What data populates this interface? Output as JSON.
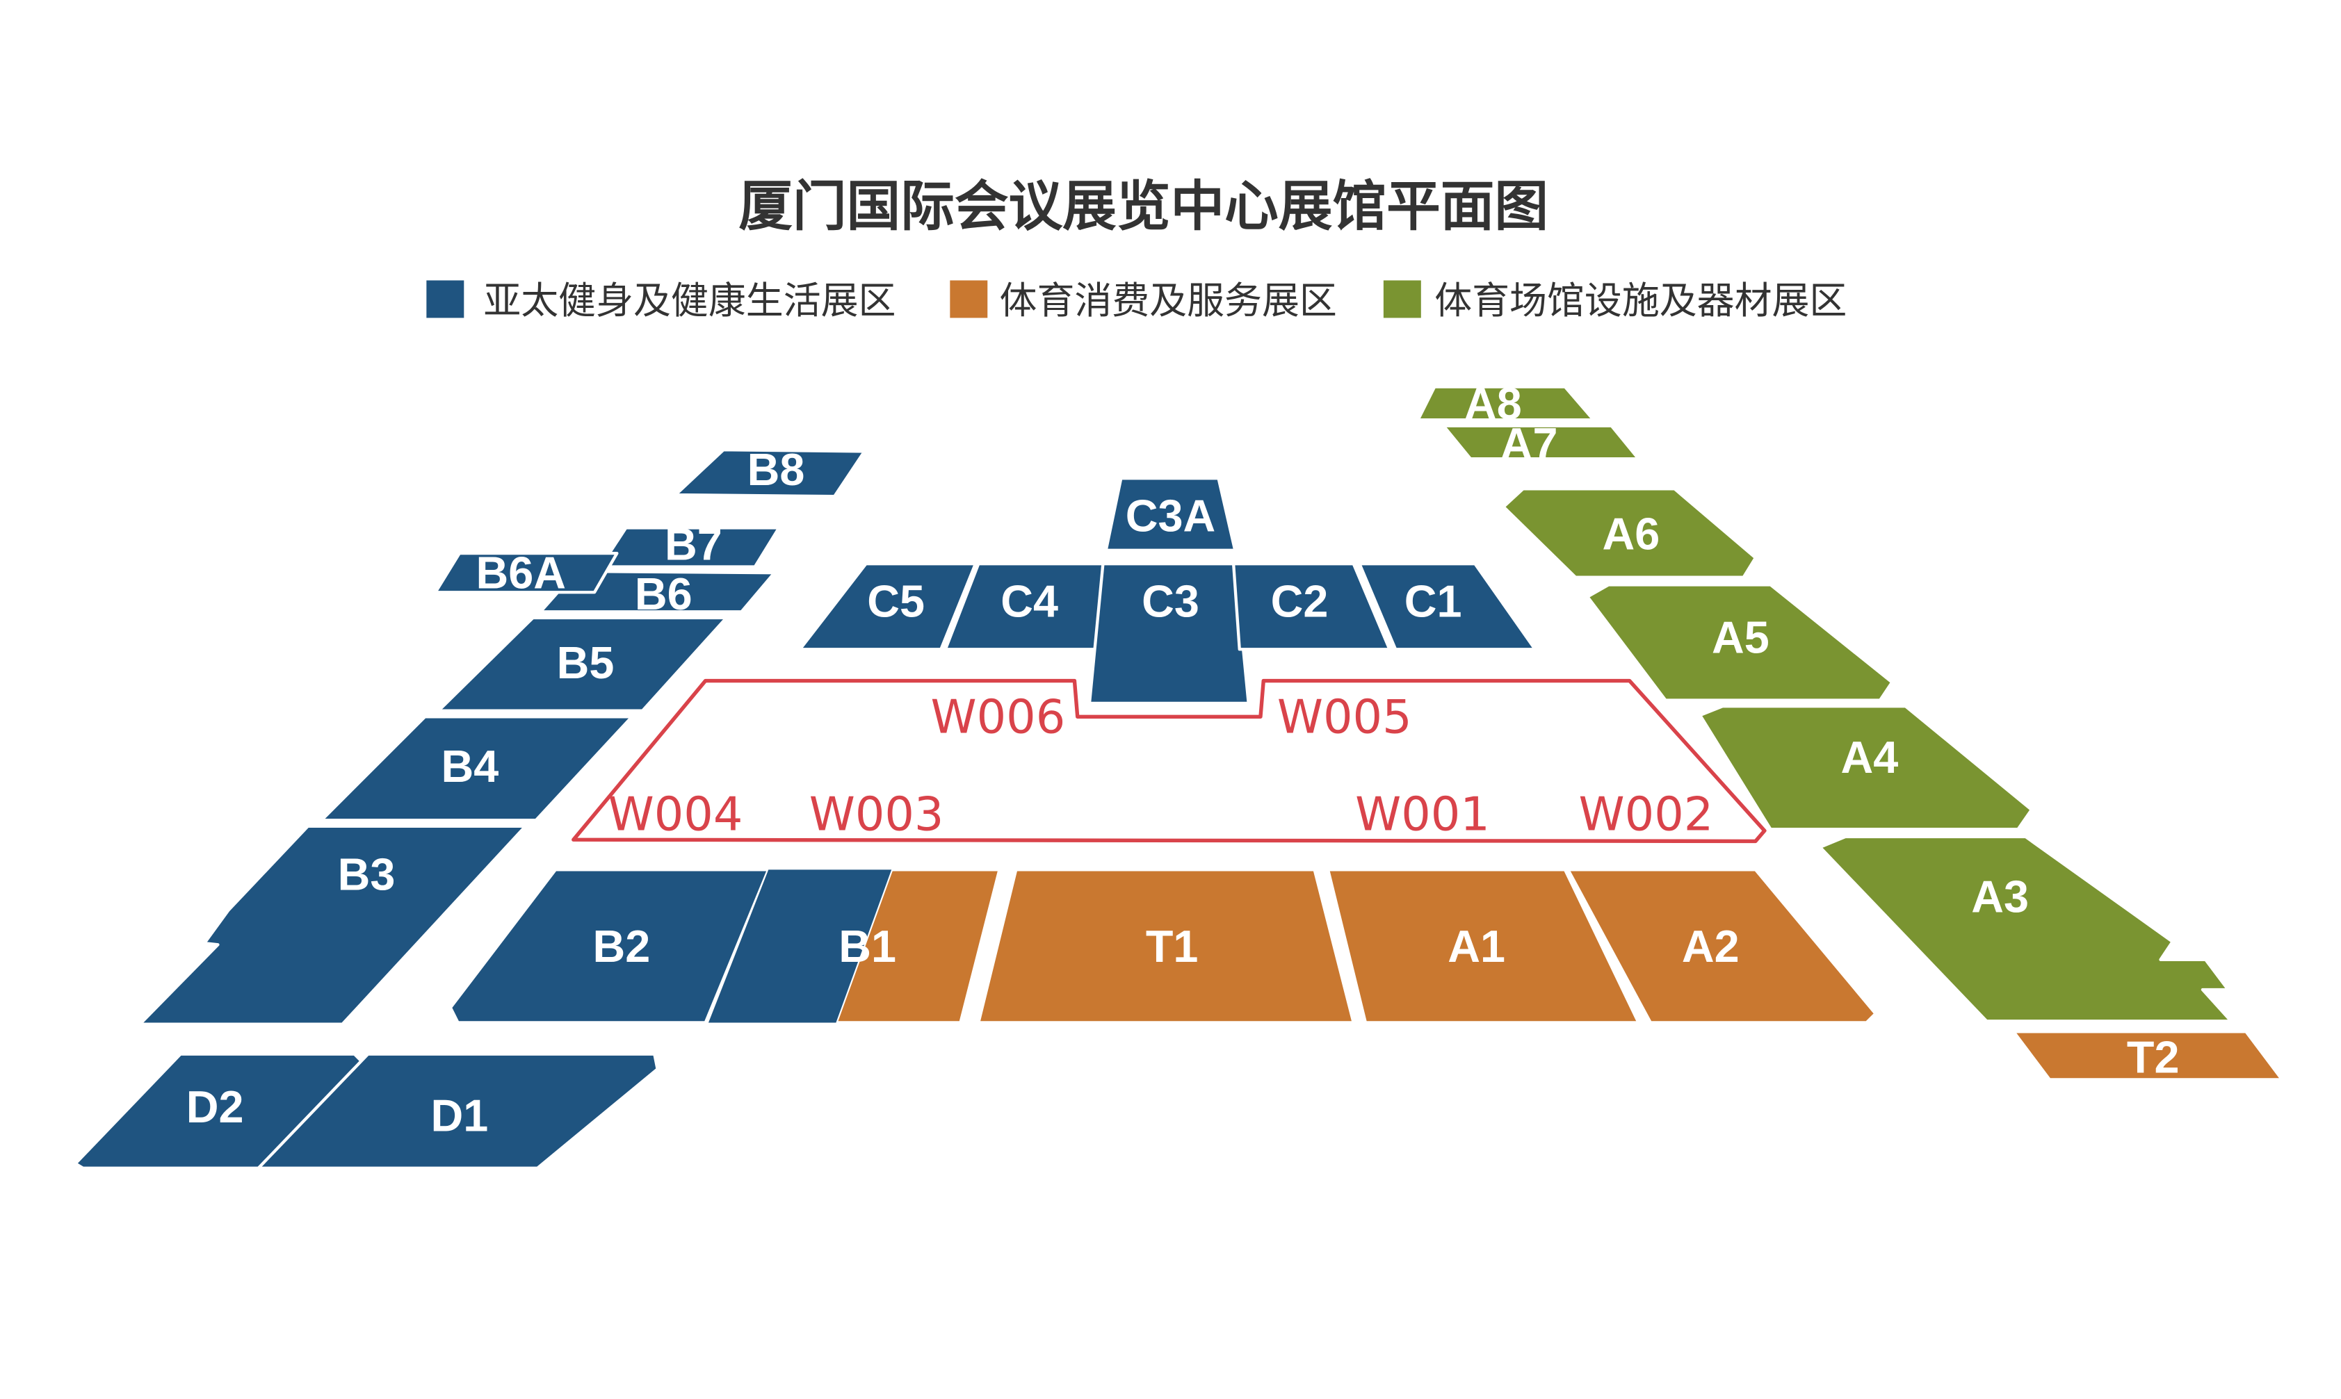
{
  "title": "厦门国际会议展览中心展馆平面图",
  "legend": [
    {
      "label": "亚太健身及健康生活展区",
      "color": "#1F5480"
    },
    {
      "label": "体育消费及服务展区",
      "color": "#C97830"
    },
    {
      "label": "体育场馆设施及器材展区",
      "color": "#7A9431"
    }
  ],
  "zones": {
    "B8": "B8",
    "B7": "B7",
    "B6A": "B6A",
    "B6": "B6",
    "B5": "B5",
    "B4": "B4",
    "B3": "B3",
    "B2": "B2",
    "B1": "B1",
    "D2": "D2",
    "D1": "D1",
    "C3A": "C3A",
    "C5": "C5",
    "C4": "C4",
    "C3": "C3",
    "C2": "C2",
    "C1": "C1",
    "T1": "T1",
    "T2": "T2",
    "A1": "A1",
    "A2": "A2",
    "A3": "A3",
    "A4": "A4",
    "A5": "A5",
    "A6": "A6",
    "A7": "A7",
    "A8": "A8"
  },
  "walkways": {
    "W001": "W001",
    "W002": "W002",
    "W003": "W003",
    "W004": "W004",
    "W005": "W005",
    "W006": "W006"
  }
}
